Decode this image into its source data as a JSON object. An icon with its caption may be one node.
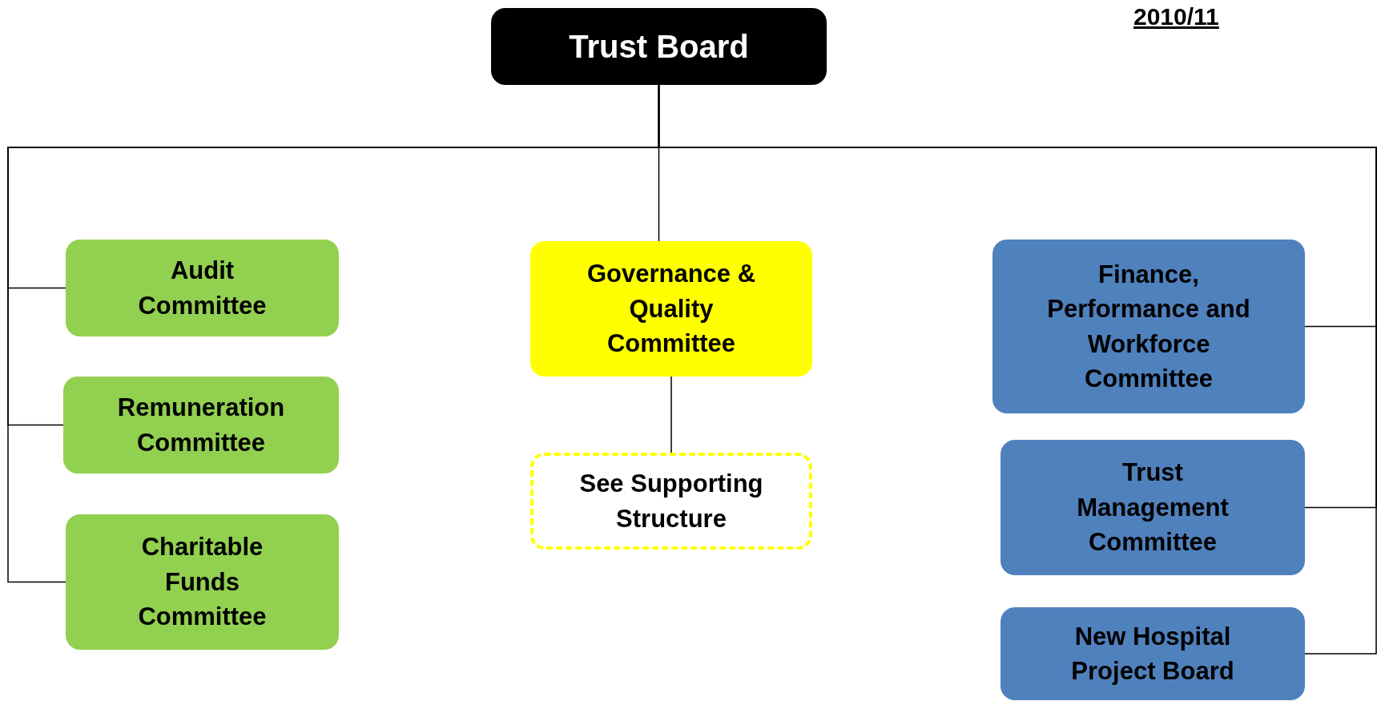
{
  "diagram": {
    "nodes": [
      {
        "text": [
          "Trust Board"
        ]
      },
      {
        "text": [
          "Audit Committee"
        ]
      },
      {
        "text": [
          "Remuneration Committee"
        ]
      },
      {
        "text": [
          "Charitable Funds Committee"
        ]
      },
      {
        "text": [
          "Governance & Quality Committee"
        ]
      },
      {
        "text": [
          "See Supporting Structure"
        ]
      },
      {
        "text": [
          "Finance, Performance and Workforce Committee"
        ]
      },
      {
        "text": [
          "Trust Management Committee"
        ]
      },
      {
        "text": [
          "New Hospital Project Board"
        ]
      }
    ],
    "edges": [
      {
        "from": 0,
        "to": 1,
        "arrow": "none"
      },
      {
        "from": 0,
        "to": 2,
        "arrow": "none"
      },
      {
        "from": 0,
        "to": 3,
        "arrow": "none"
      },
      {
        "from": 0,
        "to": 4,
        "arrow": "none"
      },
      {
        "from": 4,
        "to": 5,
        "arrow": "none"
      },
      {
        "from": 0,
        "to": 6,
        "arrow": "none"
      },
      {
        "from": 0,
        "to": 7,
        "arrow": "none"
      },
      {
        "from": 0,
        "to": 8,
        "arrow": "none"
      }
    ],
    "labels": [
      "2010/11"
    ]
  }
}
